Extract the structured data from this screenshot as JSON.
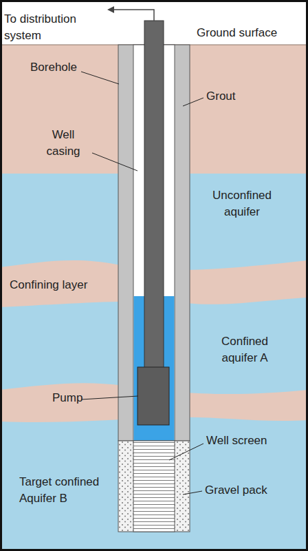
{
  "diagram": {
    "labels": [
      "To distribution system",
      "Ground surface",
      "Borehole",
      "Grout",
      "Well casing",
      "Unconfined aquifer",
      "Confining layer",
      "Confined aquifer A",
      "Pump",
      "Well screen",
      "Gravel pack",
      "Target confined Aquifer B"
    ]
  }
}
